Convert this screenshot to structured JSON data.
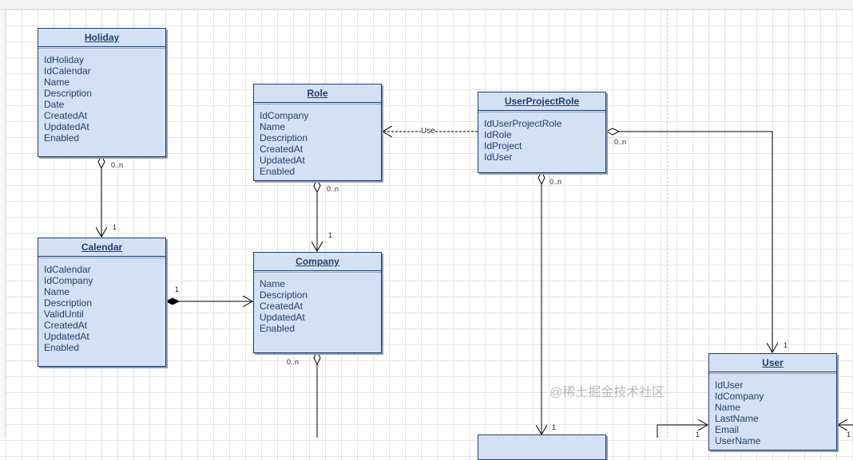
{
  "classes": {
    "holiday": {
      "title": "Holiday",
      "attrs": [
        "IdHoliday",
        "IdCalendar",
        "Name",
        "Description",
        "Date",
        "CreatedAt",
        "UpdatedAt",
        "Enabled"
      ]
    },
    "role": {
      "title": "Role",
      "attrs": [
        "IdCompany",
        "Name",
        "Description",
        "CreatedAt",
        "UpdatedAt",
        "Enabled"
      ]
    },
    "user_project_role": {
      "title": "UserProjectRole",
      "attrs": [
        "IdUserProjectRole",
        "IdRole",
        "IdProject",
        "IdUser"
      ]
    },
    "calendar": {
      "title": "Calendar",
      "attrs": [
        "IdCalendar",
        "IdCompany",
        "Name",
        "Description",
        "ValidUntil",
        "CreatedAt",
        "UpdatedAt",
        "Enabled"
      ]
    },
    "company": {
      "title": "Company",
      "attrs": [
        "Name",
        "Description",
        "CreatedAt",
        "UpdatedAt",
        "Enabled"
      ]
    },
    "user": {
      "title": "User",
      "attrs": [
        "IdUser",
        "IdCompany",
        "Name",
        "LastName",
        "Email",
        "UserName"
      ]
    }
  },
  "connectors": {
    "holiday_many": "0..n",
    "holiday_one": "1",
    "role_many": "0..n",
    "role_one": "1",
    "use_label": "Use",
    "upr_user_many": "0..n",
    "upr_user_one": "1",
    "upr_bottom_many": "0..n",
    "upr_bottom_one": "1",
    "calendar_company_one": "1",
    "company_many": "0..n",
    "user_left_one": "1",
    "user_right_one": "1"
  },
  "watermark": "@稀土掘金技术社区",
  "colors": {
    "class_fill": "#d4e1f4",
    "class_border": "#1f3e6b"
  }
}
